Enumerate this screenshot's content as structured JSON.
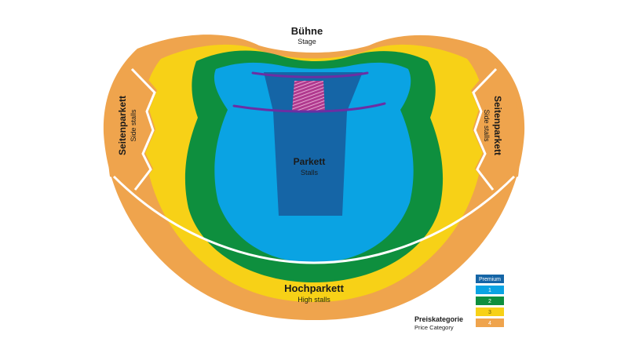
{
  "colors": {
    "premium": "#1565a6",
    "cat1": "#0aa3e3",
    "cat2": "#0e8f3e",
    "cat3": "#f7d117",
    "cat4": "#efa44d",
    "highlight": "#b03a8e",
    "row_line": "#6b2fa3",
    "divider": "#ffffff"
  },
  "stage": {
    "title": "Bühne",
    "subtitle": "Stage"
  },
  "stalls": {
    "title": "Parkett",
    "subtitle": "Stalls"
  },
  "high_stalls": {
    "title": "Hochparkett",
    "subtitle": "High stalls"
  },
  "side_left": {
    "title": "Seitenparkett",
    "subtitle": "Side stalls"
  },
  "side_right": {
    "title": "Seitenparkett",
    "subtitle": "Side stalls"
  },
  "legend": {
    "title": "Preiskategorie",
    "subtitle": "Price Category",
    "items": [
      {
        "label": "Premium",
        "color": "#1565a6"
      },
      {
        "label": "1",
        "color": "#0aa3e3"
      },
      {
        "label": "2",
        "color": "#0e8f3e"
      },
      {
        "label": "3",
        "color": "#f7d117"
      },
      {
        "label": "4",
        "color": "#efa44d"
      }
    ]
  }
}
